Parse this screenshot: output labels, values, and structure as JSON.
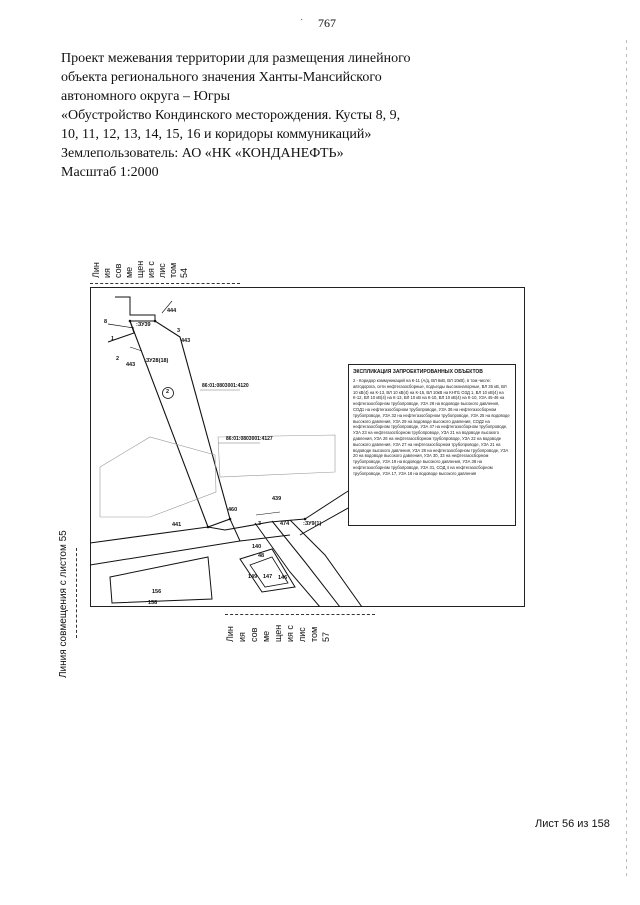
{
  "page_number": "767",
  "header": {
    "lines": [
      "Проект межевания территории для размещения линейного",
      "объекта регионального значения Ханты-Мансийского",
      "автономного округа – Югры",
      "«Обустройство Кондинского месторождения. Кусты 8, 9,",
      "10, 11, 12, 13, 14, 15, 16 и коридоры коммуникаций»",
      "Землепользователь: АО «НК «КОНДАНЕФТЬ»",
      "Масштаб 1:2000"
    ]
  },
  "top_split": {
    "lines": [
      "Лин",
      "ия",
      "сов",
      "ме",
      "щен",
      "ия с",
      "лис",
      "том",
      "54"
    ]
  },
  "bottom_split": {
    "lines": [
      "Лин",
      "ия",
      "сов",
      "ме",
      "щен",
      "ия с",
      "лис",
      "том",
      "57"
    ]
  },
  "side_caption": "Линия совмещения с листом 55",
  "legend": {
    "title": "ЭКСПЛИКАЦИЯ ЗАПРОЕКТИРОВАННЫХ ОБЪЕКТОВ",
    "text": "2 - Коридор коммуникаций на К-11 (А/д, ВЛ 6кВ, ВЛ 10кВ), в том числе: автодорога, сети нефтегазосборные, подъезды высоконапорные, ВЛ 35 кВ, ВЛ 10 кВ(4) на К-13, ВЛ 10 кВ(4) на К-15, ВЛ 10кВ на КНП1 ОЗД 1, ВЛ 10 кВ(4) на К-12, ВЛ 10 кВ(4) на К-13, ВЛ 10 кВ на К-10, ВЛ 10 кВ(4) на К-10, УЗА 45-46 на нефтегазосборном трубопроводе, УЗА 28 на водоводе высокого давления, СОД1 на нефтегазосборном трубопроводе, УЗА 36 на нефтегазосборном трубопроводе, УЗА 32 на нефтегазосборном трубопроводе, УЗА 25 на водоводе высокого давления, УЗА 29 на водоводе высокого давления, СОД2 на нефтегазосборном трубопроводе, УЗА 47 на нефтегазосборном трубопроводе, УЗА 23 на нефтегазосборном трубопроводе, УЗА 21 на водоводе высокого давления, УЗА 26 на нефтегазосборном трубопроводе, УЗА 22 на водоводе высокого давления, УЗА 27 на нефтегазосборном трубопроводе, УЗА 21 на водоводе высокого давления, УЗА 28 на нефтегазосборном трубопроводе, УЗА 20 на водоводе высокого давления, УЗА 30, 33 на нефтегазосборном трубопроводе, УЗА 19 на водоводе высокого давления, УЗА 38 на нефтегазосборном трубопроводе, УЗА 31, СОД 4 на нефтегазосборном трубопроводе, УЗА 17, УЗА 18 на водоводе высокого давления"
  },
  "map_labels": {
    "zu_39": ":ЗУ39",
    "zu_28_18": ":ЗУ28(18)",
    "zu_9_1": ":ЗУ9(1)",
    "cad_1": "86:01:0803001:4120",
    "cad_2": "86:01:0803001:4127",
    "p444": "444",
    "p8": "8",
    "p3": "3",
    "p443a": "443",
    "p1": "1",
    "p2": "2",
    "p443b": "443",
    "circle_2": "2",
    "p439": "439",
    "p460": "460",
    "p441": "441",
    "p3b": "3",
    "p474": "474",
    "p140": "140",
    "p48": "48",
    "p149": "149",
    "p147": "147",
    "p146": "146",
    "p156": "156",
    "p158": "158"
  },
  "footer": "Лист 56 из 158"
}
